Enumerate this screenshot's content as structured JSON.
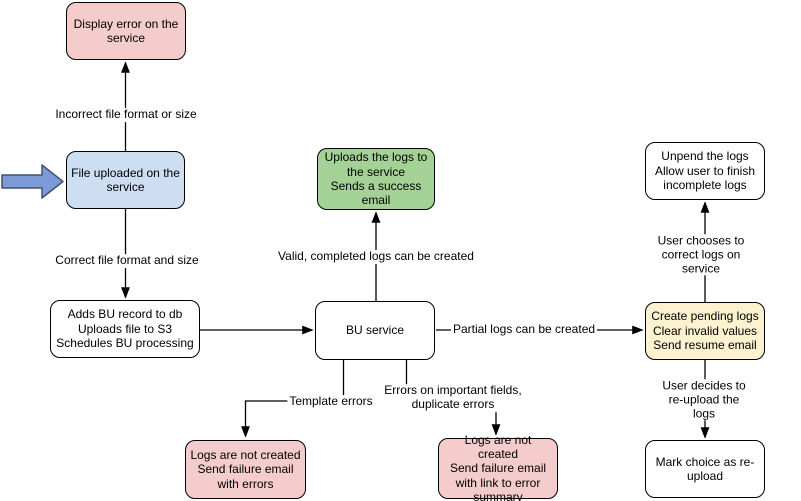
{
  "diagram": {
    "type": "flowchart",
    "nodes": {
      "display_error": {
        "label": "Display error on the\nservice",
        "color": "#F4CCCC"
      },
      "file_uploaded": {
        "label": "File uploaded on the\nservice",
        "color": "#CDDEF3"
      },
      "adds_bu": {
        "label": "Adds BU record to db\nUploads file to S3\nSchedules BU processing",
        "color": "#FFFFFF"
      },
      "bu_service": {
        "label": "BU service",
        "color": "#FFFFFF"
      },
      "success": {
        "label": "Uploads the logs to\nthe service\nSends a success\nemail",
        "color": "#A4D195"
      },
      "create_pending": {
        "label": "Create pending logs\nClear invalid values\nSend resume email",
        "color": "#FCF2CF"
      },
      "unpend": {
        "label": "Unpend the logs\nAllow user to finish\nincomplete logs",
        "color": "#FFFFFF"
      },
      "mark_choice": {
        "label": "Mark choice as re-\nupload",
        "color": "#FFFFFF"
      },
      "fail_template": {
        "label": "Logs are not created\nSend failure email\nwith errors",
        "color": "#F4CCCC"
      },
      "fail_fields": {
        "label": "Logs are not created\nSend failure email\nwith link to error\nsummary",
        "color": "#F4CCCC"
      }
    },
    "edge_labels": {
      "incorrect": "Incorrect file format or size",
      "correct": "Correct file format and size",
      "valid": "Valid, completed logs can be created",
      "partial": "Partial logs can be created",
      "template": "Template errors",
      "important": "Errors on important fields,\nduplicate errors",
      "user_correct": "User chooses to correct logs on service",
      "user_reupload": "User decides to re-upload the logs"
    },
    "colors": {
      "background": "#FFFFFF",
      "border": "#000000",
      "line": "#000000",
      "node_pink": "#F4CCCC",
      "node_blue": "#CDDEF3",
      "node_green": "#A4D195",
      "node_yellow": "#FCF2CF",
      "node_white": "#FFFFFF",
      "entry_arrow_fill": "#7B9AD6",
      "entry_arrow_stroke": "#3F5272"
    }
  }
}
